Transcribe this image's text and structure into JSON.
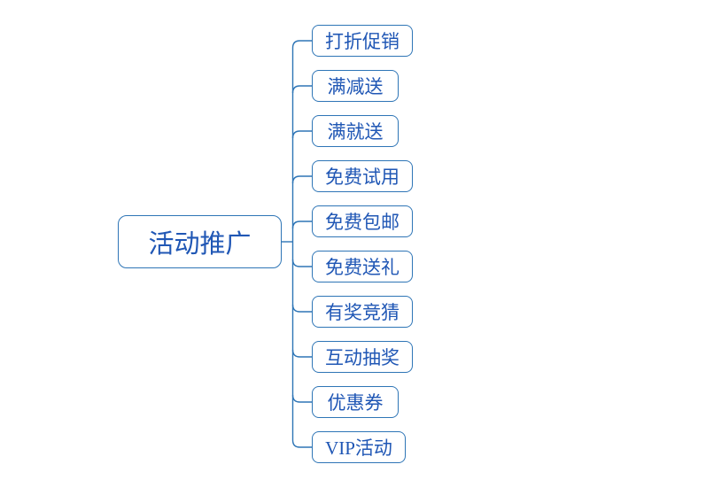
{
  "diagram": {
    "type": "mindmap",
    "root": {
      "label": "活动推广"
    },
    "children": [
      {
        "label": "打折促销"
      },
      {
        "label": "满减送"
      },
      {
        "label": "满就送"
      },
      {
        "label": "免费试用"
      },
      {
        "label": "免费包邮"
      },
      {
        "label": "免费送礼"
      },
      {
        "label": "有奖竞猜"
      },
      {
        "label": "互动抽奖"
      },
      {
        "label": "优惠券"
      },
      {
        "label": "VIP活动"
      }
    ],
    "colors": {
      "border": "#2E75B6",
      "text": "#2057B5",
      "connector": "#2E75B6",
      "background": "#FFFFFF"
    }
  }
}
